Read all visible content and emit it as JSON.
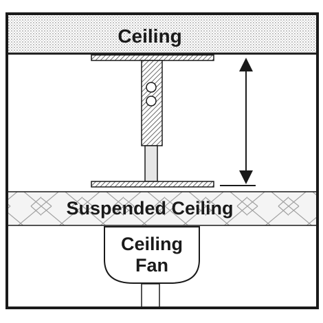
{
  "labels": {
    "ceiling": "Ceiling",
    "suspended_ceiling": "Suspended Ceiling",
    "fan_line1": "Ceiling",
    "fan_line2": "Fan"
  },
  "colors": {
    "outline": "#1a1a1a",
    "background": "#ffffff",
    "hatch": "#555555",
    "stipple": "#777777",
    "crosshatch": "#9a9a9a",
    "rod_fill": "#e6e6e6"
  }
}
